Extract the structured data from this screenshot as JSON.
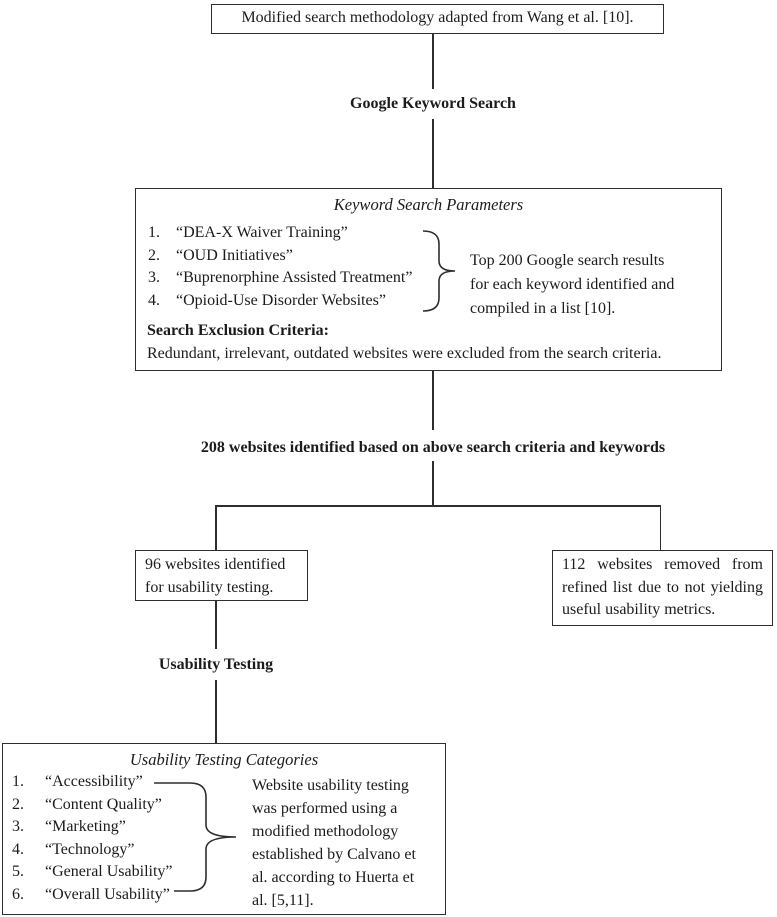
{
  "diagram": {
    "source_note": "Modified search methodology adapted from Wang et al. [10].",
    "step_google_search": "Google Keyword Search",
    "keyword_box": {
      "title": "Keyword Search Parameters",
      "items": [
        {
          "num": "1.",
          "text": "“DEA-X Waiver Training”"
        },
        {
          "num": "2.",
          "text": "“OUD Initiatives”"
        },
        {
          "num": "3.",
          "text": "“Buprenorphine Assisted Treatment”"
        },
        {
          "num": "4.",
          "text": "“Opioid-Use Disorder Websites”"
        }
      ],
      "brace_note": "Top 200 Google search results for each keyword identified and compiled in a list [10].",
      "exclusion_heading": "Search Exclusion Criteria:",
      "exclusion_text": "Redundant, irrelevant, outdated websites were excluded from the search criteria."
    },
    "step_results": "208 websites identified based on above search criteria and keywords",
    "included_box_text": "96 websites identified for usability testing.",
    "excluded_box_text": "112 websites removed from refined list due to not yielding useful usability metrics.",
    "step_usability": "Usability Testing",
    "categories_box": {
      "title": "Usability Testing Categories",
      "items": [
        {
          "num": "1.",
          "text": "“Accessibility”"
        },
        {
          "num": "2.",
          "text": "“Content Quality”"
        },
        {
          "num": "3.",
          "text": "“Marketing”"
        },
        {
          "num": "4.",
          "text": "“Technology”"
        },
        {
          "num": "5.",
          "text": "“General Usability”"
        },
        {
          "num": "6.",
          "text": "“Overall Usability”"
        }
      ],
      "brace_note": "Website usability testing was performed using a modified methodology established by Calvano et al. according to Huerta et al. [5,11]."
    },
    "colors": {
      "line": "#2e2e2e",
      "text": "#1b1b1b",
      "background": "#ffffff"
    }
  }
}
